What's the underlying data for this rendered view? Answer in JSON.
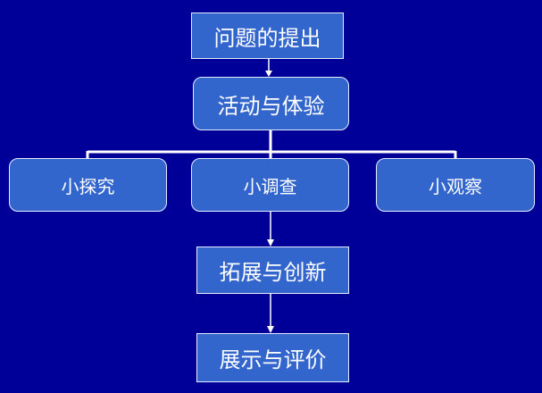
{
  "diagram": {
    "type": "flowchart",
    "colors": {
      "background": "#000099",
      "box_fill": "#3366cc",
      "box_border": "#e6ecff",
      "text": "#ffffff",
      "connector": "#ffffff"
    },
    "nodes": {
      "problem": "问题的提出",
      "activity": "活动与体验",
      "explore": "小探究",
      "survey": "小调查",
      "observe": "小观察",
      "expand": "拓展与创新",
      "present": "展示与评价"
    },
    "edges": [
      {
        "from": "问题的提出",
        "to": "活动与体验"
      },
      {
        "from": "活动与体验",
        "to": "小探究"
      },
      {
        "from": "活动与体验",
        "to": "小调查"
      },
      {
        "from": "活动与体验",
        "to": "小观察"
      },
      {
        "from": "小调查",
        "to": "拓展与创新"
      },
      {
        "from": "拓展与创新",
        "to": "展示与评价"
      }
    ]
  }
}
